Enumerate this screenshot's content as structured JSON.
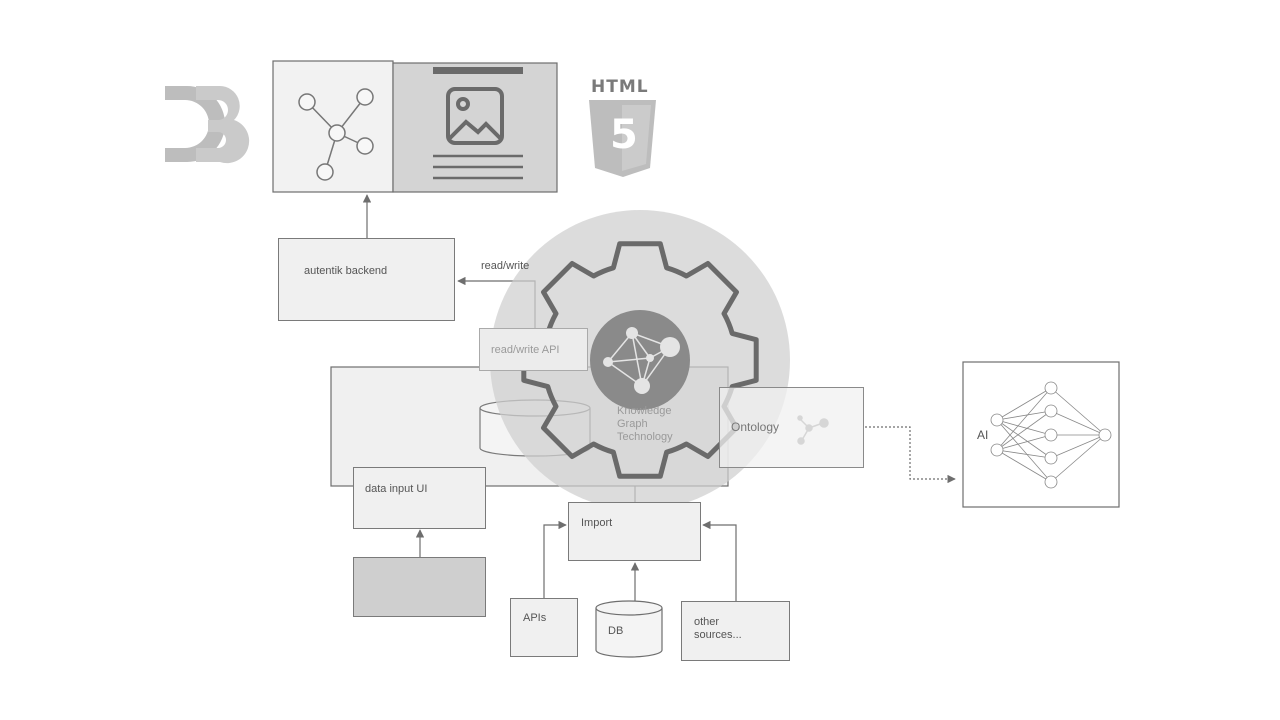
{
  "logos": {
    "d3": "D3",
    "html5_top": "HTML",
    "html5_badge": "5"
  },
  "labels": {
    "autentik_backend": "autentik backend",
    "read_write": "read/write",
    "read_write_api": "read/write API",
    "knowledge_graph": "Knowledge\nGraph\nTechnology",
    "ontology": "Ontology",
    "ai": "AI",
    "data_input_ui": "data input UI",
    "import": "Import",
    "apis": "APIs",
    "db": "DB",
    "other_sources": "other\nsources..."
  },
  "colors": {
    "line": "#6e6e6e",
    "box_fill": "#f0f0f0",
    "dark_box_fill": "#cfcfcf",
    "overlay_circle": "#cfcfcf",
    "logo_gray": "#b8b8b8"
  },
  "icons": [
    "d3-logo",
    "graph-icon",
    "image-icon",
    "html5-logo",
    "gear-icon",
    "knowledge-graph-icon",
    "ontology-icon",
    "neural-network-icon",
    "database-icon"
  ]
}
